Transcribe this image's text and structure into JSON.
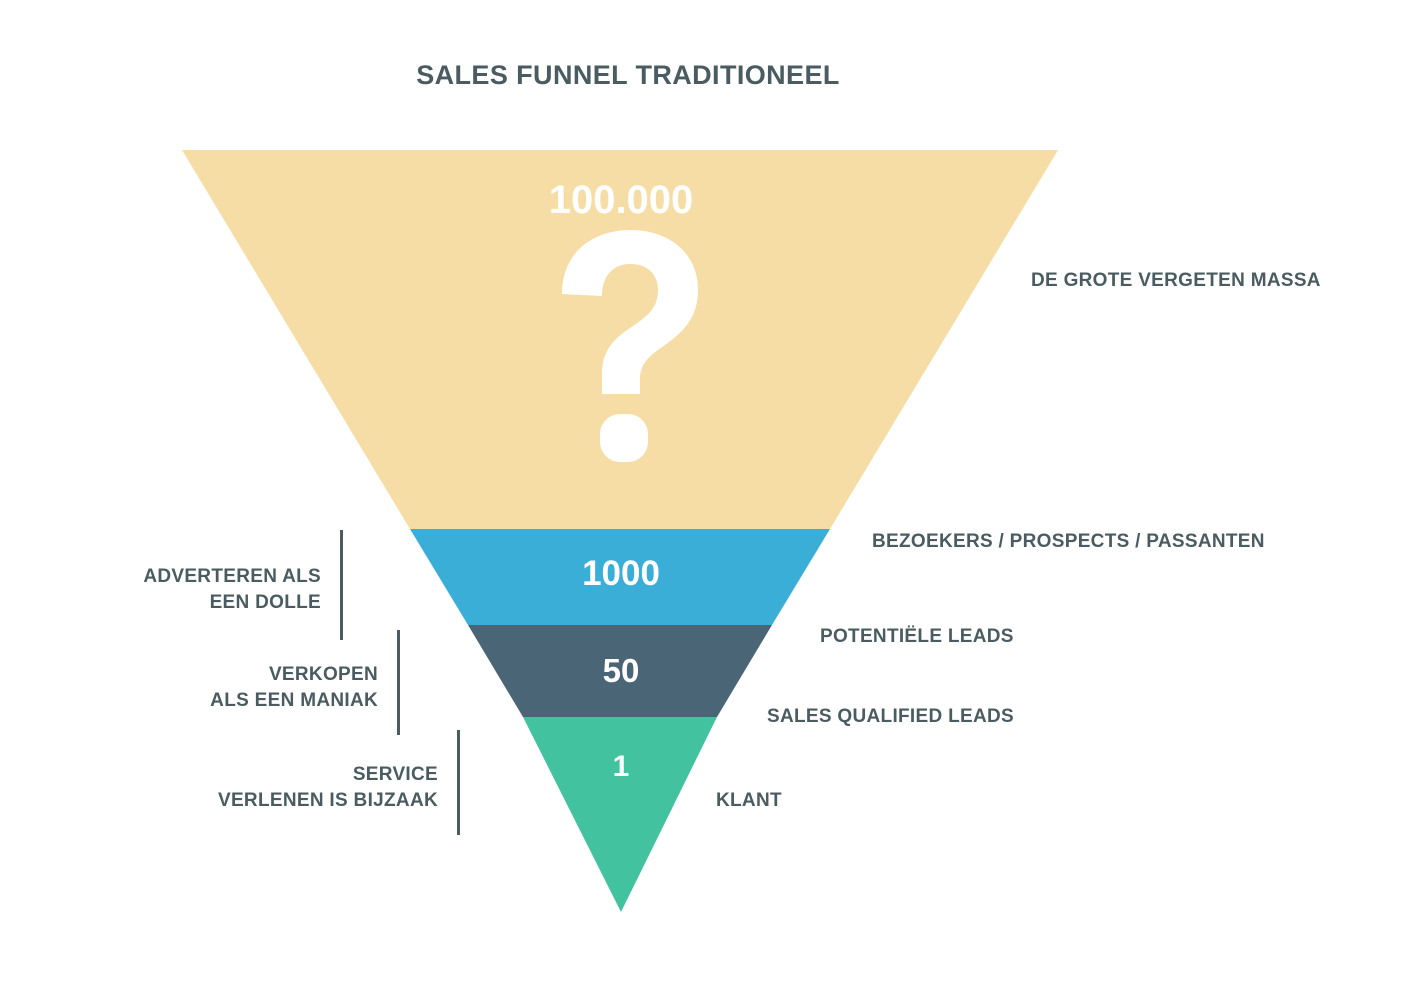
{
  "header": {
    "title": "SALES FUNNEL TRADITIONEEL"
  },
  "chart_data": {
    "type": "funnel",
    "title": "SALES FUNNEL TRADITIONEEL",
    "xlabel": "",
    "ylabel": "",
    "legend_position": "right",
    "grid": false,
    "categories": [
      "DE GROTE VERGETEN MASSA",
      "BEZOEKERS / PROSPECTS / PASSANTEN",
      "POTENTIËLE LEADS",
      "SALES QUALIFIED LEADS",
      "KLANT"
    ],
    "values": [
      100000,
      1000,
      50,
      1
    ],
    "value_labels": [
      "100.000",
      "1000",
      "50",
      "1"
    ],
    "stages": [
      {
        "value_label": "100.000",
        "stage_label": "DE GROTE VERGETEN MASSA",
        "color": "#F6DDA5",
        "glyph": "question-mark"
      },
      {
        "value_label": "1000",
        "stage_label": "BEZOEKERS / PROSPECTS / PASSANTEN",
        "color": "#3BAED8"
      },
      {
        "value_label": "50",
        "stage_label": "POTENTIËLE LEADS",
        "color": "#4A6575"
      },
      {
        "value_label": "1",
        "stage_label": "SALES QUALIFIED LEADS",
        "color": "#43C2A0"
      }
    ],
    "boundary_labels": [
      "DE GROTE VERGETEN MASSA",
      "BEZOEKERS / PROSPECTS / PASSANTEN",
      "POTENTIËLE LEADS",
      "SALES QUALIFIED LEADS",
      "KLANT"
    ],
    "annotations": [
      {
        "line1": "ADVERTEREN ALS",
        "line2": "EEN DOLLE"
      },
      {
        "line1": "VERKOPEN",
        "line2": "ALS EEN MANIAK"
      },
      {
        "line1": "SERVICE",
        "line2": "VERLENEN IS BIJZAAK"
      }
    ]
  },
  "funnel": {
    "value_awareness": "100.000",
    "value_visitors": "1000",
    "value_leads": "50",
    "value_customer": "1",
    "label_mass": "DE GROTE VERGETEN MASSA",
    "label_visitors": "BEZOEKERS / PROSPECTS / PASSANTEN",
    "label_leads": "POTENTIËLE LEADS",
    "label_sql": "SALES QUALIFIED LEADS",
    "label_customer": "KLANT"
  },
  "annotations": {
    "advertise_line1": "ADVERTEREN ALS",
    "advertise_line2": "EEN DOLLE",
    "sell_line1": "VERKOPEN",
    "sell_line2": "ALS EEN MANIAK",
    "service_line1": "SERVICE",
    "service_line2": "VERLENEN IS BIJZAAK"
  },
  "colors": {
    "band_awareness": "#F6DDA5",
    "band_visitors": "#3BAED8",
    "band_leads": "#4A6575",
    "band_customer": "#43C2A0",
    "text_dark": "#4a5c61",
    "text_light": "#ffffff",
    "background": "#ffffff"
  }
}
